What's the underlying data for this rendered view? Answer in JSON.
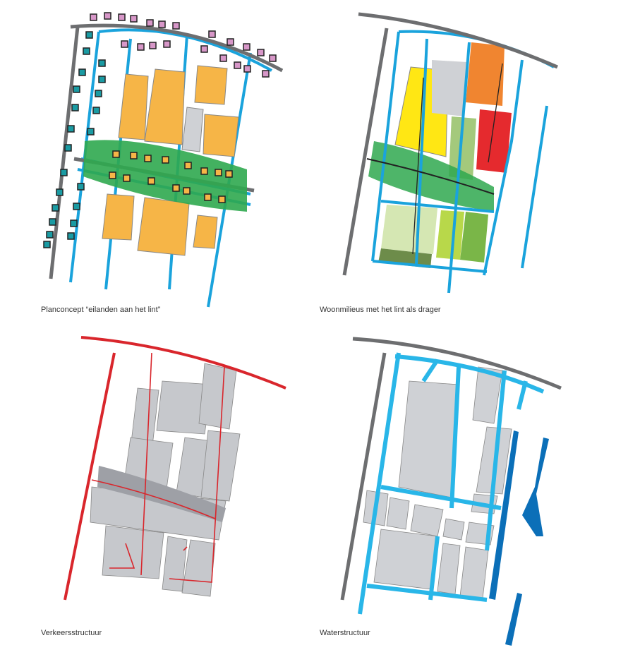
{
  "panels": [
    {
      "caption": "Planconcept “eilanden aan het lint”"
    },
    {
      "caption": "Woonmilieus met het lint als drager"
    },
    {
      "caption": "Verkeersstructuur"
    },
    {
      "caption": "Waterstructuur"
    }
  ],
  "colors": {
    "road": "#6d6e70",
    "water": "#1aa3dc",
    "block": "#f6b547",
    "green": "#2fa84f",
    "traffic": "#d9262c",
    "gray_block": "#cfd1d5",
    "dark_water": "#0b6fb8"
  }
}
